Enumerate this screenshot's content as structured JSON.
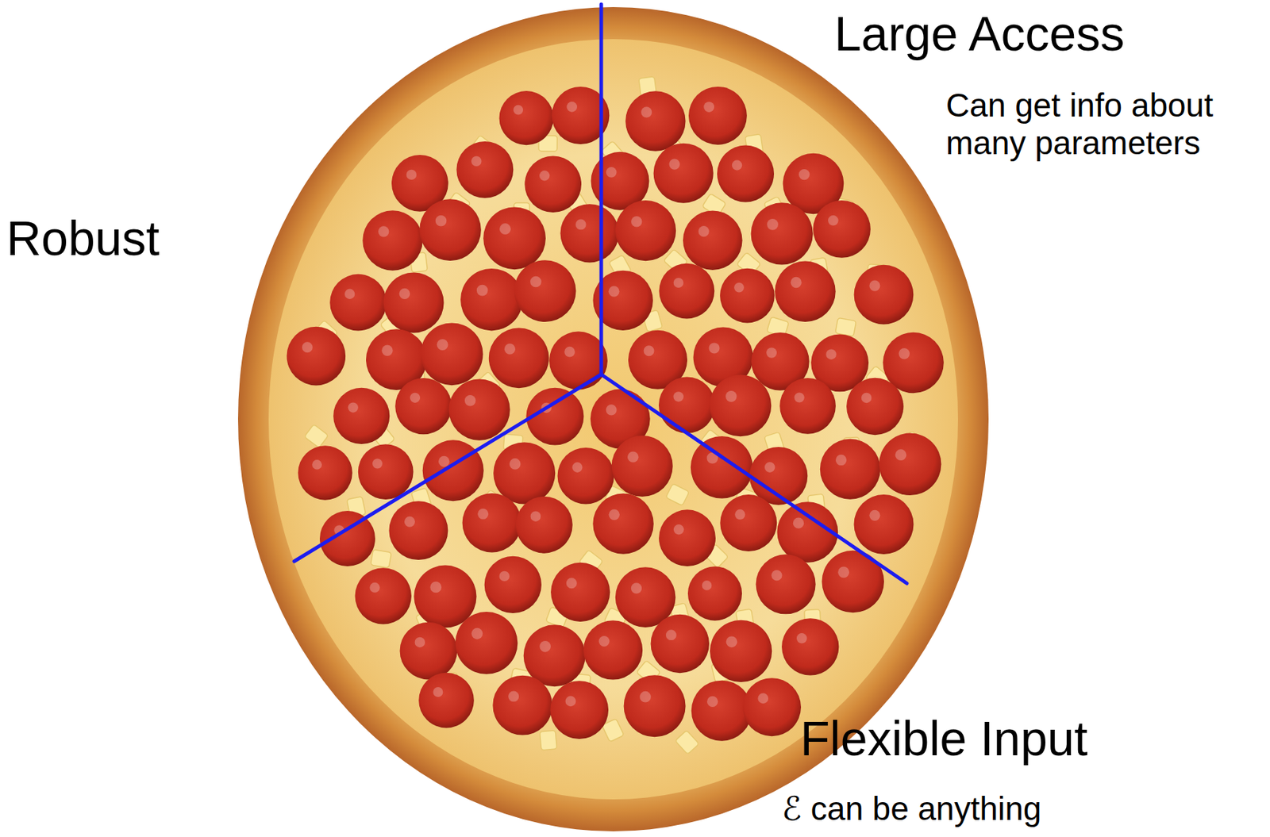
{
  "diagram": {
    "labels": [
      "Robust",
      "Large Access",
      "Can get info about many parameters",
      "Flexible Input",
      "ℰ can be anything"
    ]
  }
}
